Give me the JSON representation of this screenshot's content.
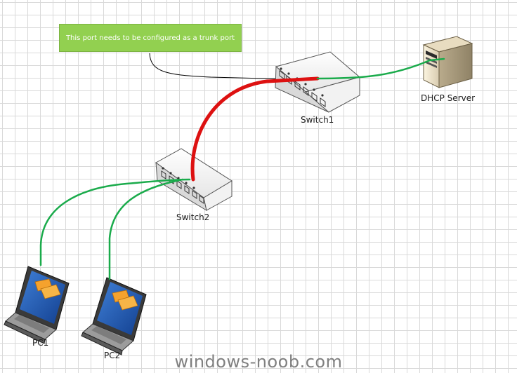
{
  "callout": {
    "text": "This port needs to be configured as a trunk port"
  },
  "nodes": {
    "dhcp_server": {
      "label": "DHCP Server",
      "icon": "server-icon"
    },
    "switch1": {
      "label": "Switch1",
      "icon": "switch-icon"
    },
    "switch2": {
      "label": "Switch2",
      "icon": "switch-icon"
    },
    "pc1": {
      "label": "PC1",
      "icon": "laptop-icon"
    },
    "pc2": {
      "label": "PC2",
      "icon": "laptop-icon"
    }
  },
  "links": {
    "access_color": "#1aab4b",
    "trunk_color": "#dd1111",
    "callout_color": "#92d050"
  },
  "watermark": {
    "text": "windows-noob.com"
  }
}
